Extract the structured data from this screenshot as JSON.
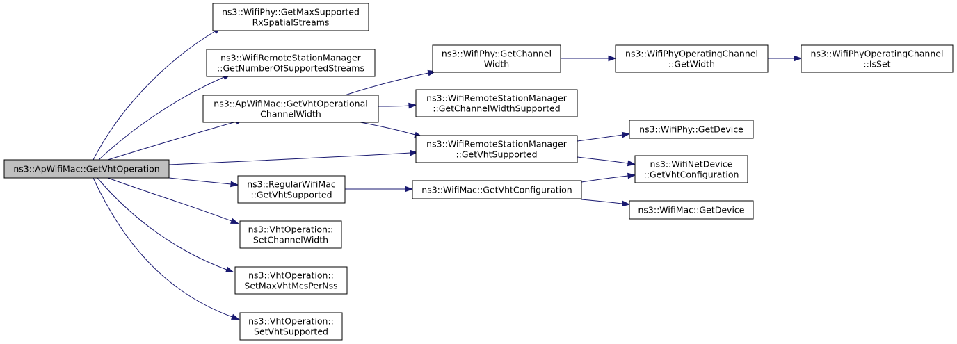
{
  "nodes": [
    {
      "id": "root",
      "lines": [
        "ns3::ApWifiMac::GetVhtOperation"
      ]
    },
    {
      "id": "n1",
      "lines": [
        "ns3::WifiPhy::GetMaxSupported",
        "RxSpatialStreams"
      ]
    },
    {
      "id": "n2",
      "lines": [
        "ns3::WifiRemoteStationManager",
        "::GetNumberOfSupportedStreams"
      ]
    },
    {
      "id": "n3",
      "lines": [
        "ns3::ApWifiMac::GetVhtOperational",
        "ChannelWidth"
      ]
    },
    {
      "id": "n4",
      "lines": [
        "ns3::WifiPhy::GetChannel",
        "Width"
      ]
    },
    {
      "id": "n5",
      "lines": [
        "ns3::WifiPhyOperatingChannel",
        "::GetWidth"
      ]
    },
    {
      "id": "n6",
      "lines": [
        "ns3::WifiPhyOperatingChannel",
        "::IsSet"
      ]
    },
    {
      "id": "n7",
      "lines": [
        "ns3::WifiRemoteStationManager",
        "::GetChannelWidthSupported"
      ]
    },
    {
      "id": "n8",
      "lines": [
        "ns3::WifiRemoteStationManager",
        "::GetVhtSupported"
      ]
    },
    {
      "id": "n9",
      "lines": [
        "ns3::WifiPhy::GetDevice"
      ]
    },
    {
      "id": "n10",
      "lines": [
        "ns3::WifiNetDevice",
        "::GetVhtConfiguration"
      ]
    },
    {
      "id": "n11",
      "lines": [
        "ns3::RegularWifiMac",
        "::GetVhtSupported"
      ]
    },
    {
      "id": "n12",
      "lines": [
        "ns3::WifiMac::GetVhtConfiguration"
      ]
    },
    {
      "id": "n13",
      "lines": [
        "ns3::WifiMac::GetDevice"
      ]
    },
    {
      "id": "n14",
      "lines": [
        "ns3::VhtOperation::",
        "SetChannelWidth"
      ]
    },
    {
      "id": "n15",
      "lines": [
        "ns3::VhtOperation::",
        "SetMaxVhtMcsPerNss"
      ]
    },
    {
      "id": "n16",
      "lines": [
        "ns3::VhtOperation::",
        "SetVhtSupported"
      ]
    }
  ],
  "edges": [
    {
      "from": "root",
      "to": "n1"
    },
    {
      "from": "root",
      "to": "n2"
    },
    {
      "from": "root",
      "to": "n3"
    },
    {
      "from": "root",
      "to": "n8"
    },
    {
      "from": "root",
      "to": "n11"
    },
    {
      "from": "root",
      "to": "n14"
    },
    {
      "from": "root",
      "to": "n15"
    },
    {
      "from": "root",
      "to": "n16"
    },
    {
      "from": "n3",
      "to": "n4"
    },
    {
      "from": "n3",
      "to": "n7"
    },
    {
      "from": "n3",
      "to": "n8"
    },
    {
      "from": "n4",
      "to": "n5"
    },
    {
      "from": "n5",
      "to": "n6"
    },
    {
      "from": "n8",
      "to": "n9"
    },
    {
      "from": "n8",
      "to": "n10"
    },
    {
      "from": "n11",
      "to": "n12"
    },
    {
      "from": "n12",
      "to": "n10"
    },
    {
      "from": "n12",
      "to": "n13"
    }
  ],
  "colors": {
    "edge": "#191970",
    "root_fill": "#bfbfbf",
    "node_fill": "#ffffff",
    "border": "#000000"
  }
}
